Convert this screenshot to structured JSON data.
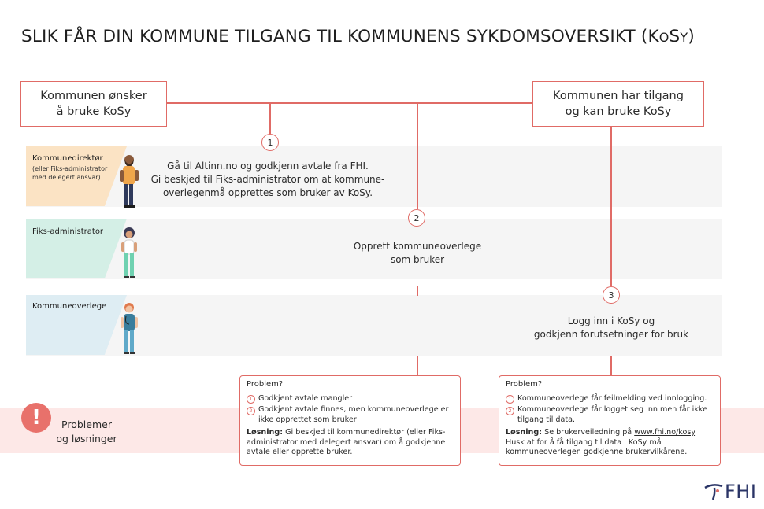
{
  "title": {
    "main": "SLIK FÅR DIN KOMMUNE TILGANG TIL KOMMUNENS SYKDOMSOVERSIKT (K",
    "sc1": "O",
    "mid": "S",
    "sc2": "Y",
    "end": ")"
  },
  "start_box": {
    "line1": "Kommunen ønsker",
    "line2": "å bruke KoSy"
  },
  "end_box": {
    "line1": "Kommunen har tilgang",
    "line2": "og kan bruke KoSy"
  },
  "roles": [
    {
      "title": "Kommunedirektør",
      "subtitle1": "(eller Fiks-administrator",
      "subtitle2": "med delegert ansvar)",
      "color": "#fbe3c4"
    },
    {
      "title": "Fiks-administrator",
      "color": "#d4efe6"
    },
    {
      "title": "Kommuneoverlege",
      "color": "#deedf3"
    }
  ],
  "steps": [
    {
      "number": "1",
      "line1": "Gå til Altinn.no og godkjenn avtale fra FHI.",
      "line2": "Gi beskjed til Fiks-administrator om at kommune-",
      "line3": "overlegenmå opprettes som bruker av KoSy."
    },
    {
      "number": "2",
      "line1": "Opprett kommuneoverlege",
      "line2": "som bruker"
    },
    {
      "number": "3",
      "line1": "Logg inn i KoSy og",
      "line2": "godkjenn forutsetninger for bruk"
    }
  ],
  "problems_label": {
    "icon": "!",
    "line1": "Problemer",
    "line2": "og løsninger"
  },
  "problem_boxes": [
    {
      "heading": "Problem?",
      "items": [
        {
          "n": "1",
          "text": "Godkjent avtale mangler"
        },
        {
          "n": "2",
          "text": "Godkjent avtale finnes, men kommuneoverlege er ikke opprettet som bruker"
        }
      ],
      "solution_label": "Løsning:",
      "solution_text": " Gi beskjed til kommunedirektør (eller Fiks-administrator med delegert ansvar) om å godkjenne avtale eller opprette bruker."
    },
    {
      "heading": "Problem?",
      "items": [
        {
          "n": "1",
          "text": "Kommuneoverlege får feilmelding ved innlogging."
        },
        {
          "n": "2",
          "text": "Kommuneoverlege får logget seg inn men får ikke tilgang til data."
        }
      ],
      "solution_label": "Løsning:",
      "solution_pre": " Se brukerveiledning på ",
      "solution_link": "www.fhi.no/kosy",
      "solution_rest": "Husk at for å få tilgang til data i KoSy må kommuneoverlegen godkjenne brukervilkårene."
    }
  ],
  "logo": {
    "text": "FHI"
  },
  "colors": {
    "accent": "#e06b66",
    "lane": "#f5f5f5",
    "problem_band": "#fde8e7",
    "logo": "#2a3466"
  }
}
